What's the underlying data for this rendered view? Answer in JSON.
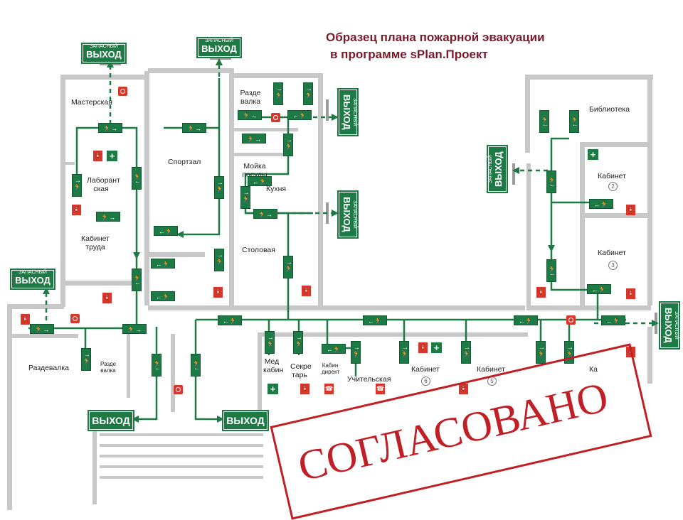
{
  "title": {
    "line1": "Образец плана пожарной эвакуации",
    "line2": "в программе sPlan.Проект"
  },
  "exits": {
    "emergency_top_small": "ЗАПАСНЫЙ",
    "emergency_top_big": "ВЫХОД",
    "main_exit": "ВЫХОД"
  },
  "rooms": {
    "masterskaya": "Мастерская",
    "sportzal": "Спортзал",
    "razdevalka_top": "Разде валка",
    "moika": "Мойка посуды",
    "kuhnya": "Кухня",
    "laborantskaya": "Лаборант ская",
    "kabinet_truda": "Кабинет труда",
    "stolovaya": "Столовая",
    "biblioteka": "Библиотека",
    "kabinet2": "Кабинет",
    "kabinet3": "Кабинет",
    "razdevalka": "Раздевалка",
    "razdevalka_small": "Разде валка",
    "med_kabinet": "Мед кабин",
    "sekretar": "Секре тарь",
    "kabin_direkt": "Кабин директ",
    "uchitelskaya": "Учительская",
    "kabinet6": "Кабинет",
    "kabinet5": "Кабинет",
    "kabinet_cut": "Ка"
  },
  "room_numbers": {
    "n2": "2",
    "n3": "3",
    "n6": "6",
    "n5": "5"
  },
  "stamp": "СОГЛАСОВАНО",
  "colors": {
    "title": "#7a1a2a",
    "sign_green": "#1e7a45",
    "route_green": "#1e7a45",
    "fire_red": "#d9362b",
    "stamp_red": "#c02025",
    "wall_grey": "#c8c8c8"
  },
  "icons": {
    "exit_sign": "running-man-arrow-icon",
    "fire_extinguisher": "fire-extinguisher-icon",
    "alarm": "fire-alarm-icon",
    "first_aid": "first-aid-icon",
    "phone": "phone-icon"
  }
}
